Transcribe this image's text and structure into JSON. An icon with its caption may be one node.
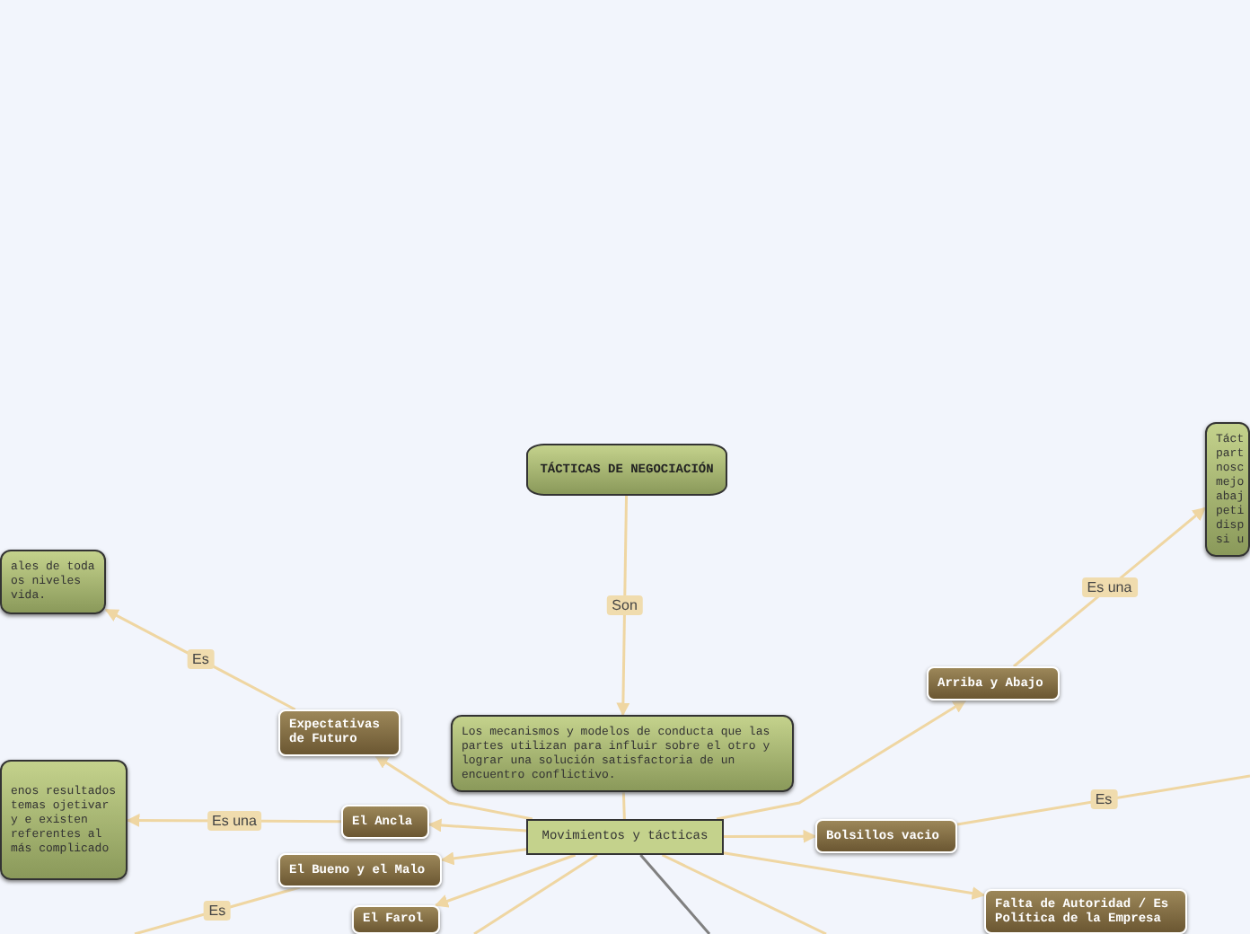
{
  "diagram": {
    "nodes": [
      {
        "text": [
          "TÁCTICAS DE NEGOCIACIÓN"
        ]
      },
      {
        "text": [
          "Los mecanismos y modelos de conducta que las partes utilizan para influir sobre el otro y lograr una solución satisfactoria de un encuentro conflictivo."
        ]
      },
      {
        "text": [
          "Movimientos y tácticas"
        ]
      },
      {
        "text": [
          "Expectativas de Futuro"
        ]
      },
      {
        "text": [
          "ales de toda os niveles vida."
        ]
      },
      {
        "text": [
          "El Ancla"
        ]
      },
      {
        "text": [
          "enos resultados temas ojetivar y e existen referentes al más complicado"
        ]
      },
      {
        "text": [
          "El Bueno y el Malo"
        ]
      },
      {
        "text": [
          "El Farol"
        ]
      },
      {
        "text": [
          "Arriba y Abajo"
        ]
      },
      {
        "text": [
          "Táct part nosc mejo abaj peti disp si u"
        ]
      },
      {
        "text": [
          "Bolsillos vacio"
        ]
      },
      {
        "text": [
          "Falta de Autoridad / Es Política de la Empresa"
        ]
      }
    ],
    "edges": [
      {
        "from": 0,
        "to": 1,
        "arrow": "to",
        "label": "Son"
      },
      {
        "from": 2,
        "to": 1,
        "arrow": "none"
      },
      {
        "from": 2,
        "to": 3,
        "arrow": "to"
      },
      {
        "from": 3,
        "to": 4,
        "arrow": "to",
        "label": "Es"
      },
      {
        "from": 2,
        "to": 5,
        "arrow": "to"
      },
      {
        "from": 5,
        "to": 6,
        "arrow": "to",
        "label": "Es una"
      },
      {
        "from": 2,
        "to": 7,
        "arrow": "to"
      },
      {
        "from": 7,
        "to": null,
        "arrow": "none",
        "label": "Es"
      },
      {
        "from": 2,
        "to": 8,
        "arrow": "to"
      },
      {
        "from": 2,
        "to": null,
        "arrow": "none"
      },
      {
        "from": 2,
        "to": null,
        "arrow": "none",
        "color": "#808080"
      },
      {
        "from": 2,
        "to": null,
        "arrow": "none"
      },
      {
        "from": 2,
        "to": 9,
        "arrow": "to"
      },
      {
        "from": 9,
        "to": 10,
        "arrow": "to",
        "label": "Es una"
      },
      {
        "from": 2,
        "to": 11,
        "arrow": "to"
      },
      {
        "from": 11,
        "to": null,
        "arrow": "none",
        "label": "Es"
      },
      {
        "from": 2,
        "to": 12,
        "arrow": "to"
      }
    ]
  }
}
